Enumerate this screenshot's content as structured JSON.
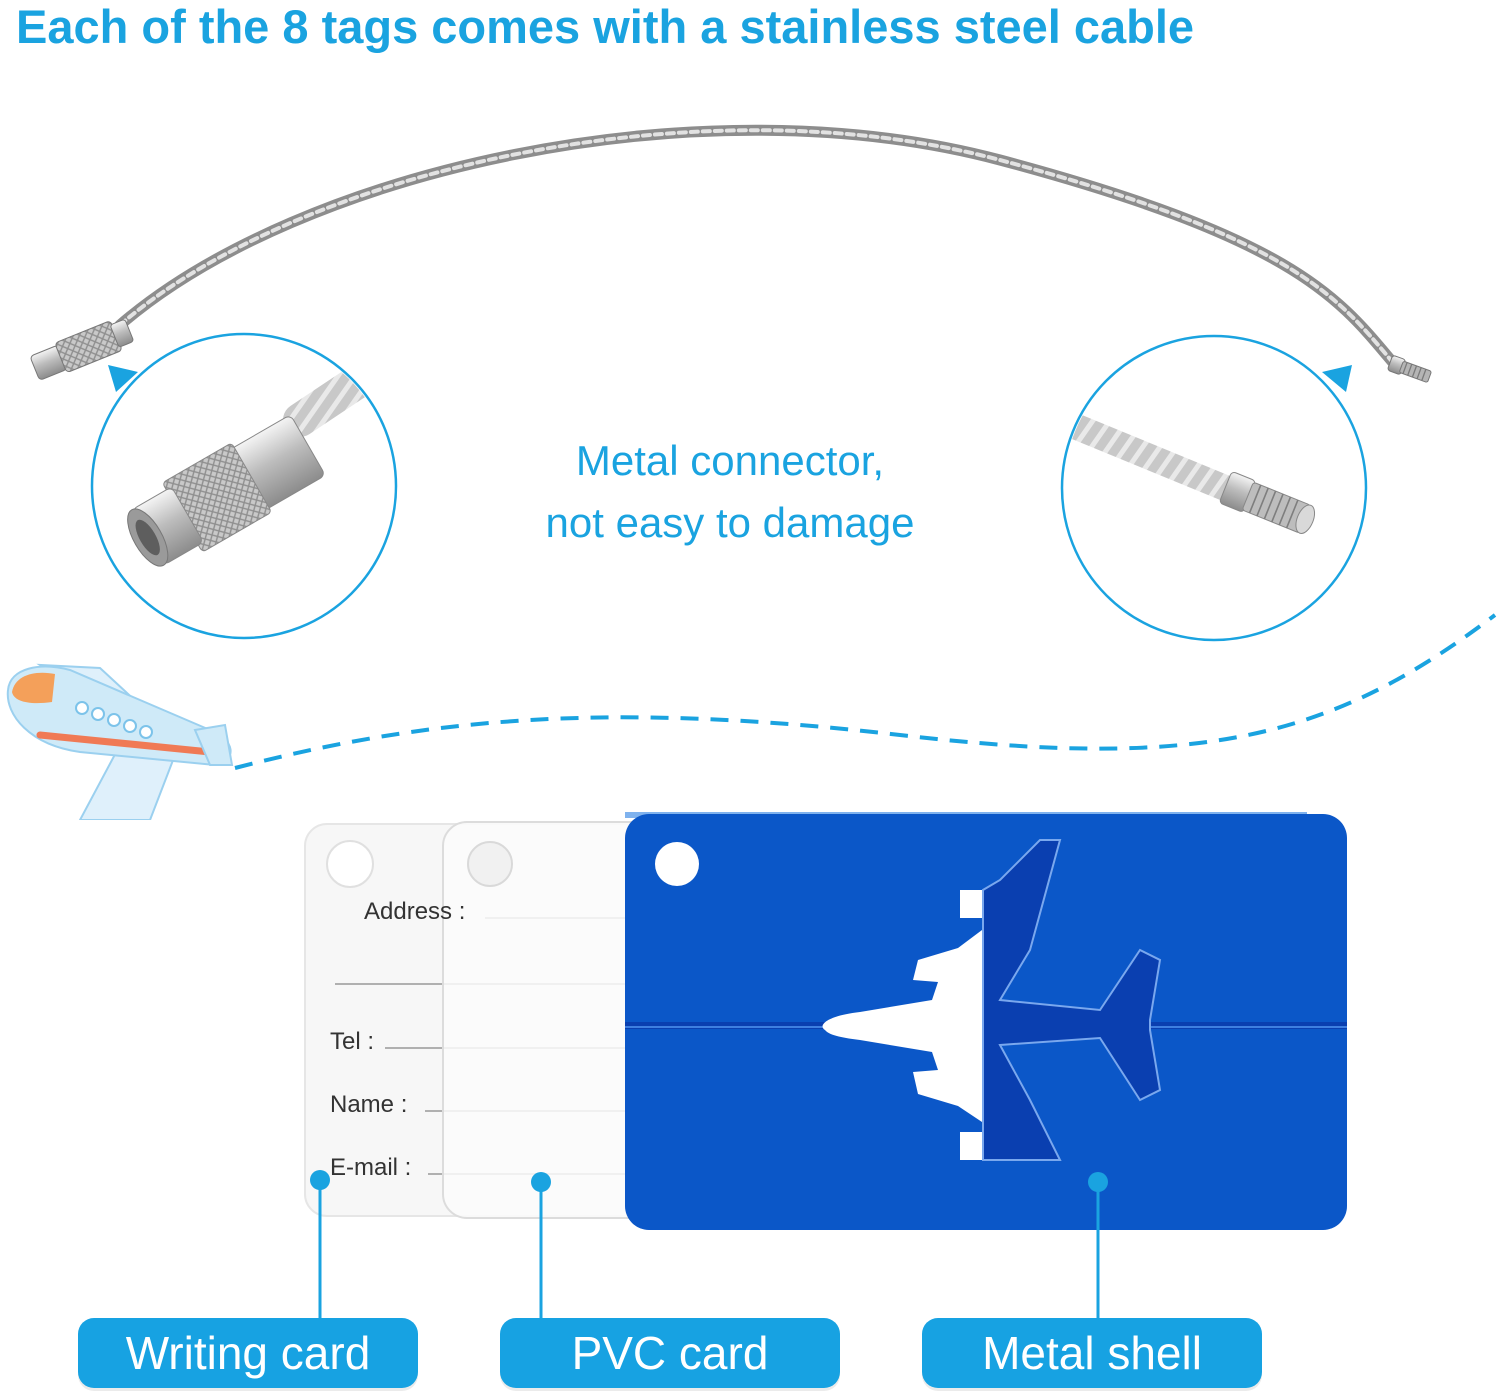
{
  "headline": "Each of the 8 tags comes with a stainless steel cable",
  "connector_note": {
    "line1": "Metal connector,",
    "line2": "not easy to damage"
  },
  "card_fields": {
    "address": "Address :",
    "tel": "Tel :",
    "name": "Name :",
    "email": "E-mail :"
  },
  "labels": {
    "writing_card": "Writing card",
    "pvc_card": "PVC card",
    "metal_shell": "Metal shell"
  },
  "colors": {
    "accent": "#1aa3e0",
    "pill": "#17a2e2",
    "metal_blue": "#0b57c8",
    "metal_blue_dark": "#0a3fb0"
  },
  "icons": [
    "airplane-illustration-icon",
    "airplane-cutout-icon"
  ]
}
